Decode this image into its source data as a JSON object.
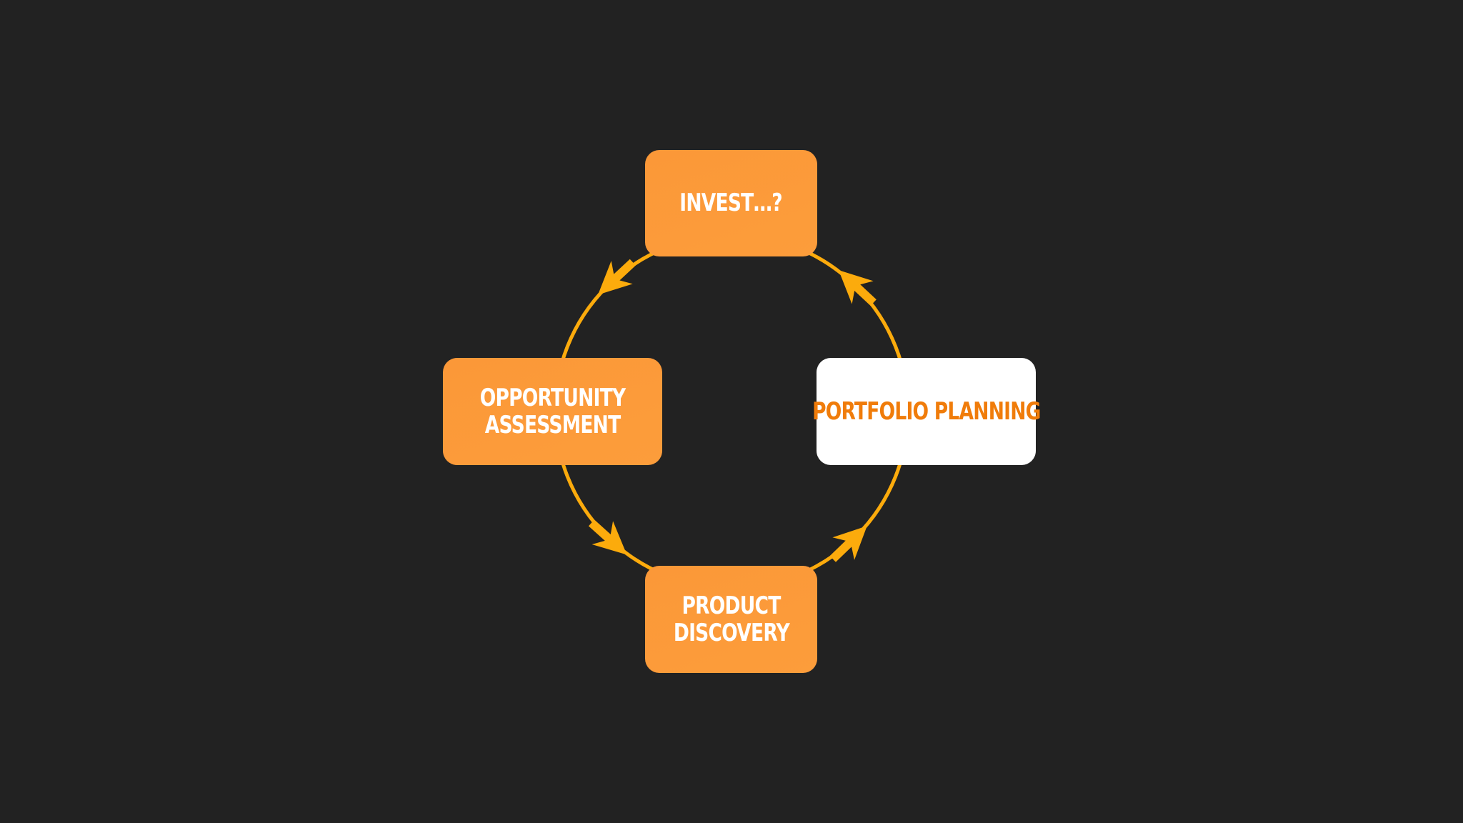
{
  "diagram": {
    "nodes": {
      "invest": {
        "lines": [
          "INVEST…?"
        ],
        "style": "orange"
      },
      "opportunity": {
        "lines": [
          "OPPORTUNITY",
          "ASSESSMENT"
        ],
        "style": "orange"
      },
      "portfolio": {
        "lines": [
          "PORTFOLIO PLANNING"
        ],
        "style": "white"
      },
      "discovery": {
        "lines": [
          "PRODUCT",
          "DISCOVERY"
        ],
        "style": "orange"
      }
    },
    "flow": [
      "portfolio",
      "invest",
      "opportunity",
      "discovery",
      "portfolio"
    ],
    "colors": {
      "background": "#222222",
      "box": "#fc9b3a",
      "arrow": "#fcab0c",
      "highlight_box": "#ffffff",
      "highlight_text": "#f07c0a",
      "text": "#ffffff"
    }
  }
}
